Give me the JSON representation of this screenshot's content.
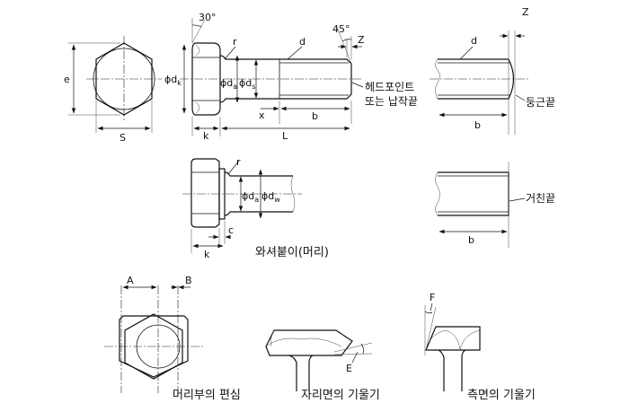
{
  "labels": {
    "e": "e",
    "s": "S",
    "angle_30": "30°",
    "r": "r",
    "d": "d",
    "angle_45": "45°",
    "z": "Z",
    "phi_dk": "ϕd",
    "dk_sub": "k",
    "phi_da": "ϕd",
    "da_sub": "a",
    "phi_ds": "ϕd",
    "ds_sub": "s",
    "x": "x",
    "b": "b",
    "k": "k",
    "l": "L",
    "c": "c",
    "phi_dw": "ϕd",
    "dw_sub": "w",
    "a": "A",
    "bb": "B",
    "f": "F",
    "ee": "E"
  },
  "notes": {
    "head_point_line1": "헤드포인트",
    "head_point_line2": "또는 납작끝",
    "round_end": "둥근끝",
    "rough_end": "거친끝"
  },
  "captions": {
    "washer_face": "와셔붙이(머리)",
    "head_eccentricity": "머리부의 편심",
    "bearing_face_tilt": "자리면의 기울기",
    "side_face_tilt": "측면의 기울기"
  }
}
